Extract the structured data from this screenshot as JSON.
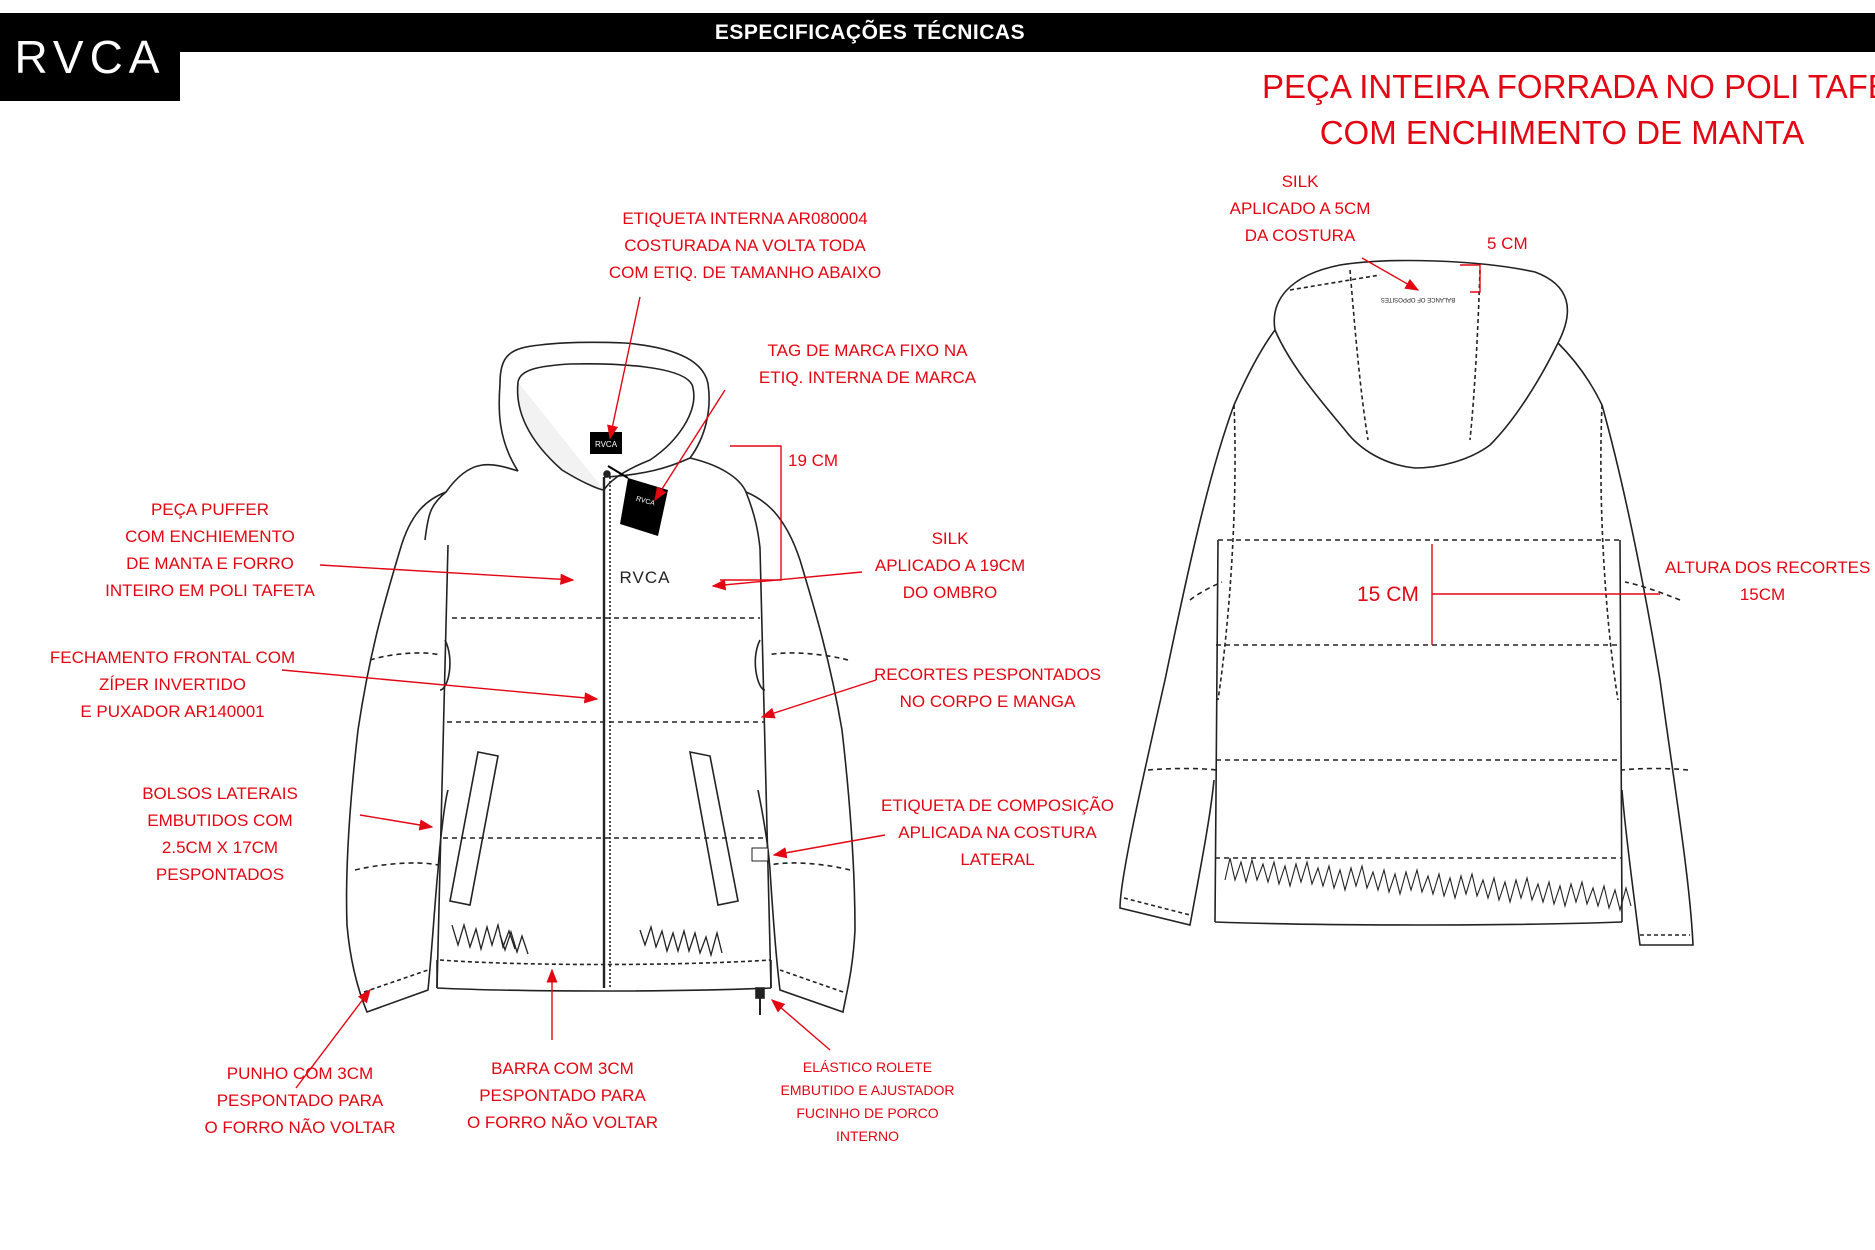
{
  "header": {
    "title": "ESPECIFICAÇÕES TÉCNICAS",
    "logo": "RVCA"
  },
  "headline": {
    "line1": "PEÇA INTEIRA FORRADA NO POLI TAFETA",
    "line2": "COM ENCHIMENTO DE MANTA"
  },
  "front": {
    "callouts": {
      "label_interna": [
        "ETIQUETA INTERNA AR080004",
        "COSTURADA NA VOLTA TODA",
        "COM ETIQ. DE TAMANHO ABAIXO"
      ],
      "tag_marca": [
        "TAG DE MARCA FIXO NA",
        "ETIQ. INTERNA DE MARCA"
      ],
      "puffer": [
        "PEÇA PUFFER",
        "COM ENCHIEMENTO",
        "DE MANTA E FORRO",
        "INTEIRO EM POLI TAFETA"
      ],
      "silk": [
        "SILK",
        "APLICADO A 19CM",
        "DO OMBRO"
      ],
      "fechamento": [
        "FECHAMENTO FRONTAL COM",
        "ZÍPER INVERTIDO",
        "E PUXADOR AR140001"
      ],
      "recortes": [
        "RECORTES PESPONTADOS",
        "NO CORPO E MANGA"
      ],
      "bolsos": [
        "BOLSOS LATERAIS",
        "EMBUTIDOS COM",
        "2.5CM X 17CM",
        "PESPONTADOS"
      ],
      "composicao": [
        "ETIQUETA DE COMPOSIÇÃO",
        "APLICADA NA COSTURA",
        "LATERAL"
      ],
      "punho": [
        "PUNHO COM 3CM",
        "PESPONTADO PARA",
        "O FORRO NÃO VOLTAR"
      ],
      "barra": [
        "BARRA COM 3CM",
        "PESPONTADO PARA",
        "O FORRO NÃO VOLTAR"
      ],
      "elastico": [
        "ELÁSTICO ROLETE",
        "EMBUTIDO E AJUSTADOR",
        "FUCINHO DE PORCO",
        "INTERNO"
      ]
    },
    "dimension": "19 CM",
    "chest_logo": "RVCA",
    "neck_label": "RVCA",
    "hang_tag": "RVCA"
  },
  "back": {
    "callouts": {
      "silk": [
        "SILK",
        "APLICADO A 5CM",
        "DA COSTURA"
      ],
      "altura": [
        "ALTURA DOS RECORTES",
        "15CM"
      ]
    },
    "dimension_top": "5 CM",
    "dimension_mid": "15 CM",
    "hood_print": "BALANCE OF OPPOSITES"
  }
}
